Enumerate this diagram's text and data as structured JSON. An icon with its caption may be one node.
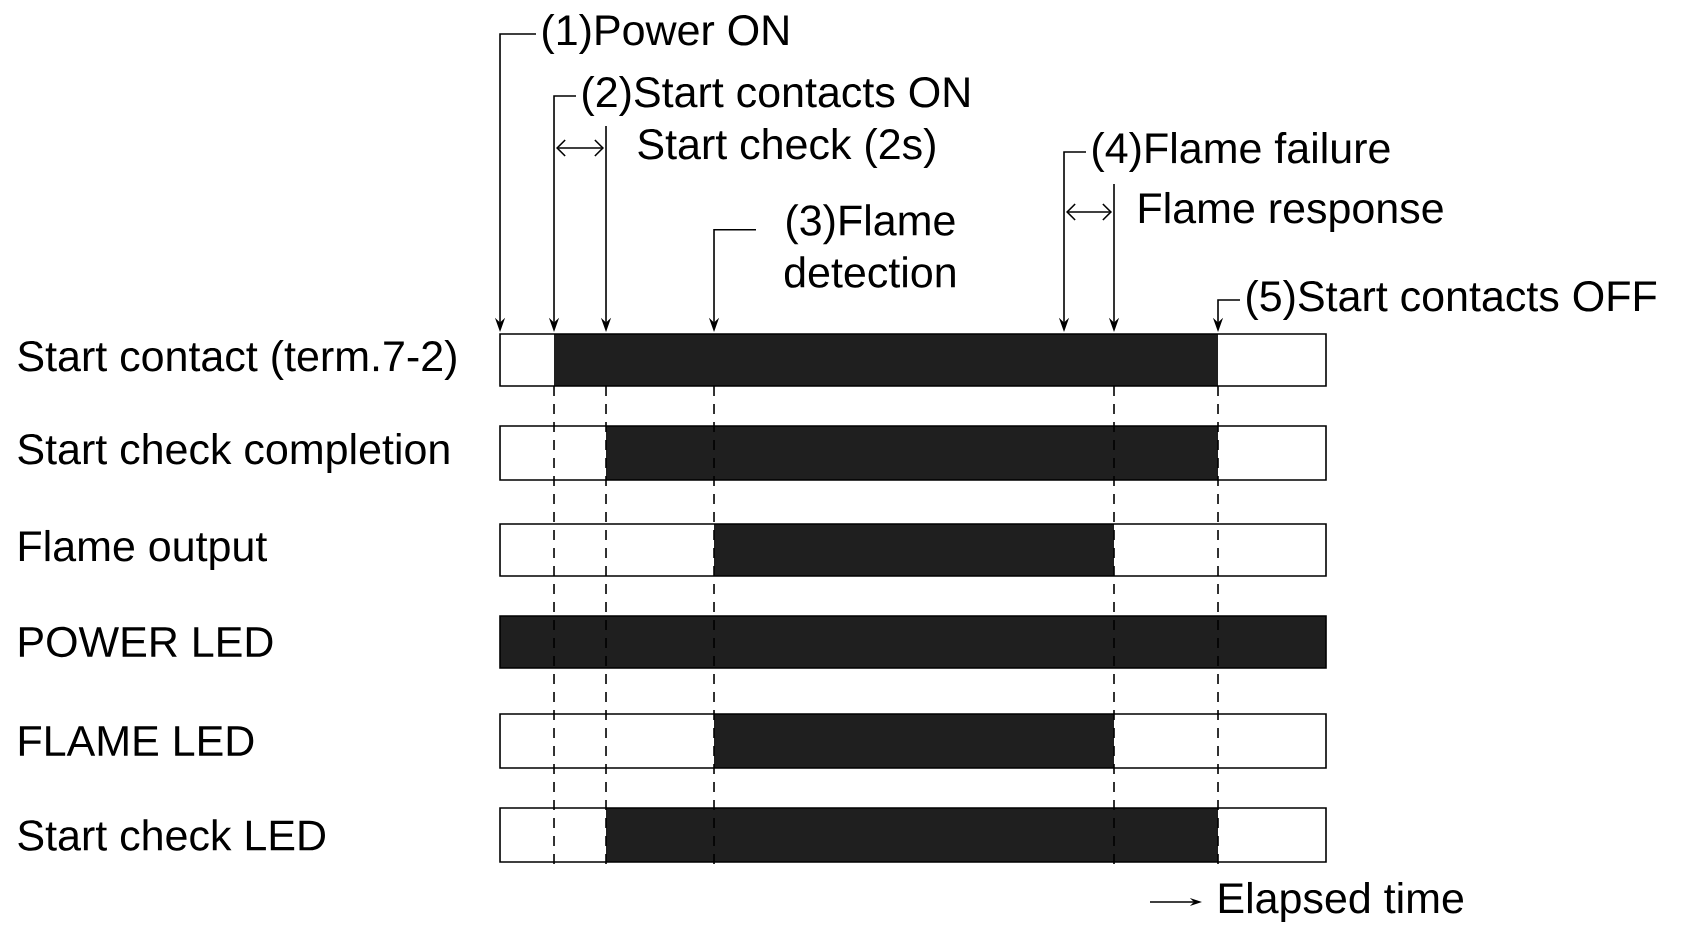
{
  "diagram": {
    "nodes": [
      {
        "text": [
          "(1)Power ON"
        ]
      },
      {
        "text": [
          "(2)Start contacts ON"
        ]
      },
      {
        "text": [
          "(3)Flame detection"
        ]
      },
      {
        "text": [
          "(4)Flame failure"
        ]
      },
      {
        "text": [
          "(5)Start contacts OFF"
        ]
      }
    ],
    "edges": [
      {
        "from": 0,
        "to": null,
        "arrow": "to"
      },
      {
        "from": 1,
        "to": null,
        "arrow": "to"
      },
      {
        "from": 2,
        "to": null,
        "arrow": "to"
      },
      {
        "from": 3,
        "to": null,
        "arrow": "to"
      },
      {
        "from": 4,
        "to": null,
        "arrow": "to"
      }
    ],
    "labels": [
      "Start check (2s)",
      "Flame response",
      "Start contact (term.7-2)",
      "Start check completion",
      "Flame output",
      "POWER LED",
      "FLAME LED",
      "Start check LED",
      "Elapsed time"
    ]
  }
}
